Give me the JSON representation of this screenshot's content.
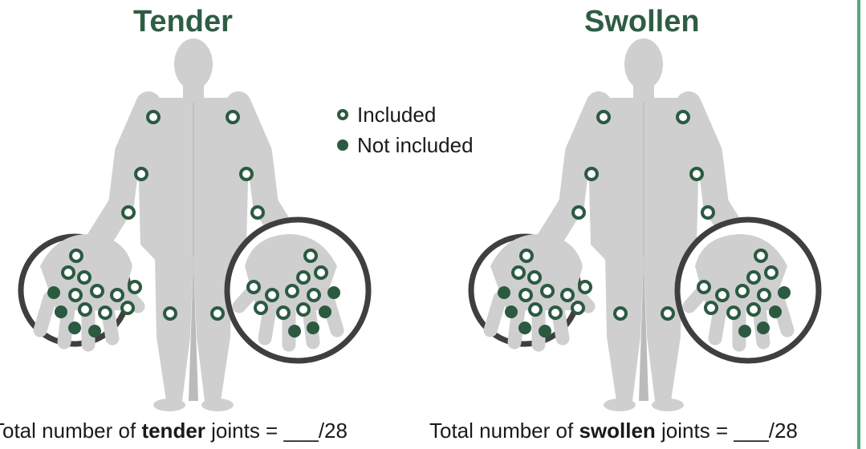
{
  "panels": [
    {
      "id": "tender",
      "title": "Tender",
      "footer_prefix": "Total number of ",
      "footer_bold": "tender",
      "footer_suffix": " joints = ___/28"
    },
    {
      "id": "swollen",
      "title": "Swollen",
      "footer_prefix": "Total number of ",
      "footer_bold": "swollen",
      "footer_suffix": " joints = ___/28"
    }
  ],
  "legend": {
    "included": "Included",
    "not_included": "Not included"
  },
  "colors": {
    "accent": "#2b5a41",
    "title": "#2e5d44",
    "body": "#cfcfcf",
    "circle": "#444444",
    "rule": "#5aa57c"
  }
}
